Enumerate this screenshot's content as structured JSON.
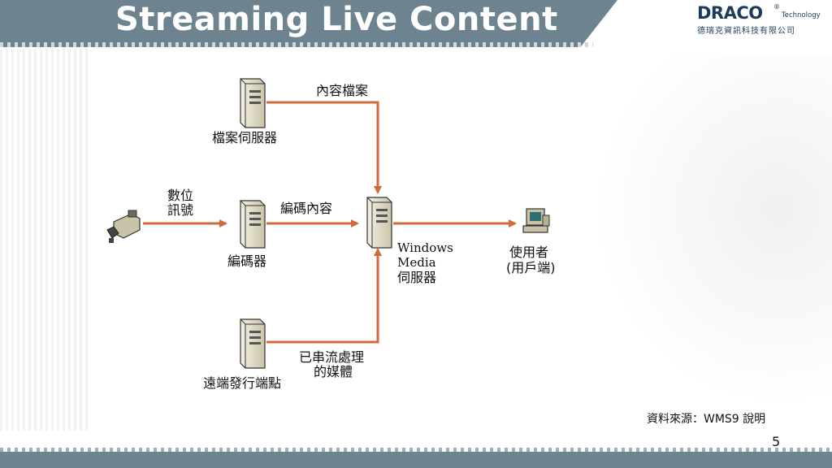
{
  "slide": {
    "title": "Streaming Live Content",
    "page_number": "5",
    "source_note": "資料來源：WMS9 說明"
  },
  "logo": {
    "main": "DRACO",
    "registered": "®",
    "sub": "Technology",
    "chinese": "德瑞克資訊科技有限公司"
  },
  "diagram": {
    "nodes": {
      "file_server": "檔案伺服器",
      "encoder": "編碼器",
      "remote_publisher": "遠端發行端點",
      "wms_line1": "Windows",
      "wms_line2": "Media",
      "wms_line3": "伺服器",
      "user_line1": "使用者",
      "user_line2": "(用戶端)"
    },
    "edges": {
      "content_file": "內容檔案",
      "digital_signal_line1": "數位",
      "digital_signal_line2": "訊號",
      "encoded_content": "編碼內容",
      "streamed_media_line1": "已串流處理",
      "streamed_media_line2": "的媒體"
    },
    "colors": {
      "arrow": "#d2693a",
      "accent": "#6d8390"
    }
  }
}
